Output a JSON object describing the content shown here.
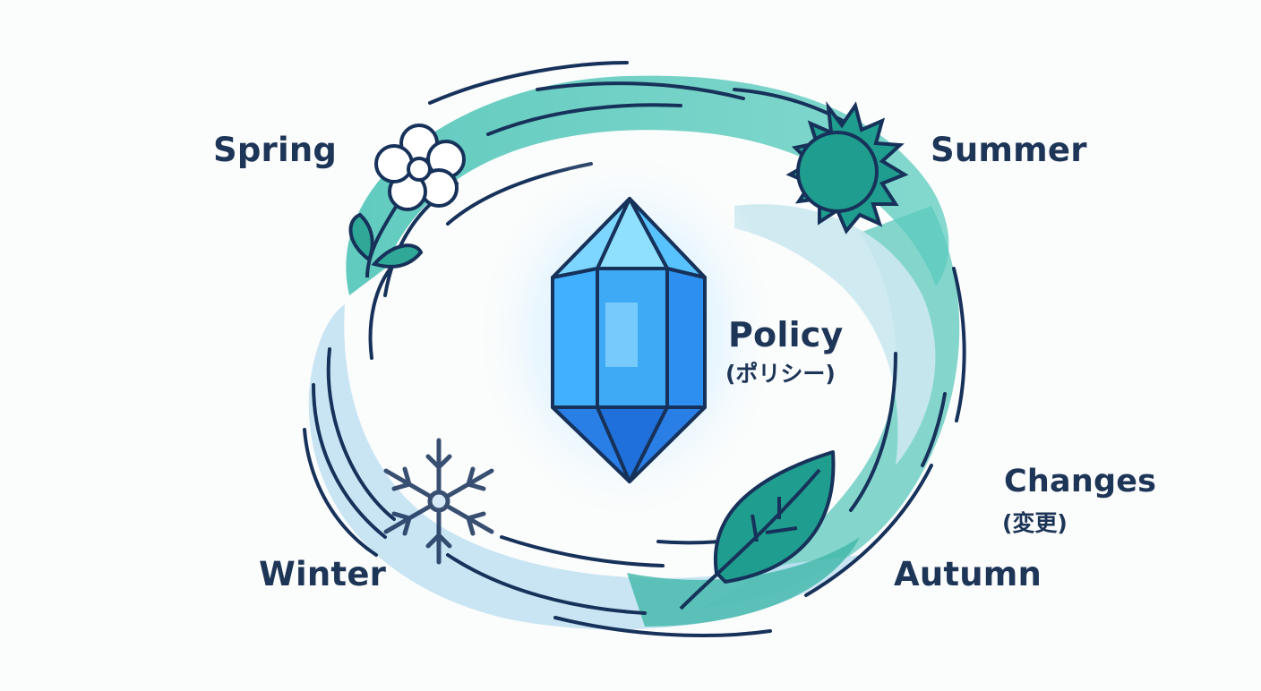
{
  "center": {
    "label": "Policy",
    "sublabel": "(ポリシー)",
    "icon": "crystal-icon"
  },
  "cycle": {
    "label": "Changes",
    "sublabel": "(変更)"
  },
  "seasons": [
    {
      "name": "Spring",
      "icon": "flower-icon"
    },
    {
      "name": "Summer",
      "icon": "sun-icon"
    },
    {
      "name": "Autumn",
      "icon": "leaf-icon"
    },
    {
      "name": "Winter",
      "icon": "snowflake-icon"
    }
  ],
  "colors": {
    "text": "#1d3557",
    "teal": "#3fbfb0",
    "teal_dark": "#1a9a8c",
    "ice": "#c9e4f3",
    "crystal": "#2a8fe8",
    "outline": "#17325a"
  }
}
